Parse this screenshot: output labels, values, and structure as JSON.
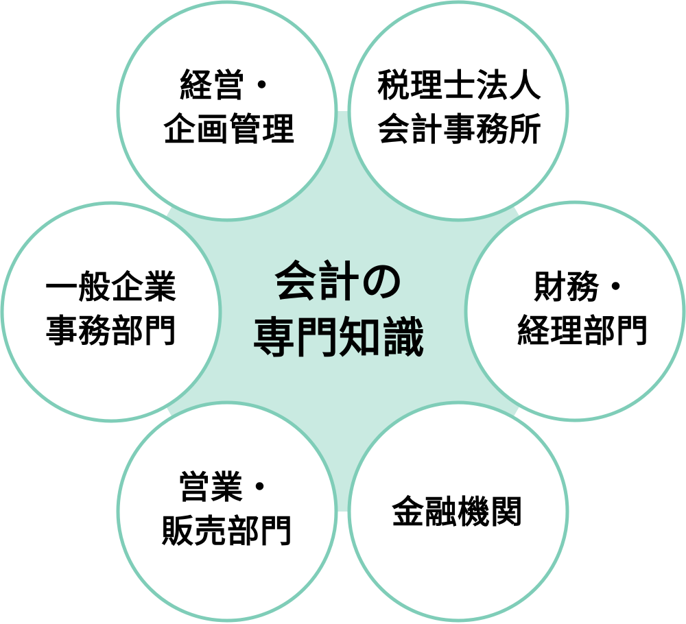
{
  "colors": {
    "hub_fill": "#c9eae1",
    "circle_stroke": "#7fcdb8",
    "circle_fill": "#ffffff",
    "text": "#000000",
    "background": "#ffffff"
  },
  "hub": {
    "lines": [
      "会計の",
      "専門知識"
    ]
  },
  "nodes": [
    {
      "id": "top-left",
      "lines": [
        "経営・",
        "企画管理"
      ]
    },
    {
      "id": "top-right",
      "lines": [
        "税理士法人",
        "会計事務所"
      ]
    },
    {
      "id": "left",
      "lines": [
        "一般企業",
        "事務部門"
      ]
    },
    {
      "id": "right",
      "lines": [
        "財務・",
        "経理部門"
      ]
    },
    {
      "id": "bottom-left",
      "lines": [
        "営業・",
        "販売部門"
      ]
    },
    {
      "id": "bottom-right",
      "lines": [
        "金融機関"
      ]
    }
  ]
}
